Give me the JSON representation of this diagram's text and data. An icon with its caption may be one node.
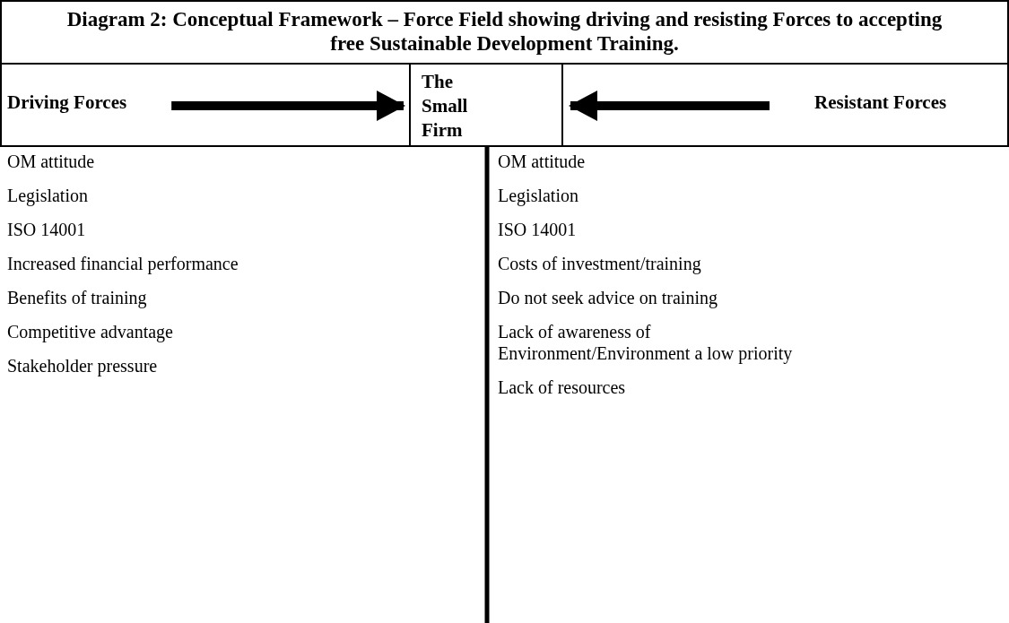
{
  "diagram": {
    "title": "Diagram 2: Conceptual Framework – Force Field showing driving and resisting Forces to accepting free Sustainable Development Training.",
    "nodes": [
      {
        "text": [
          "Driving Forces"
        ]
      },
      {
        "text": [
          "The Small Firm"
        ]
      },
      {
        "text": [
          "Resistant Forces"
        ]
      }
    ],
    "edges": [
      {
        "from": 0,
        "to": 1,
        "arrow": "to"
      },
      {
        "from": 2,
        "to": 1,
        "arrow": "to"
      }
    ],
    "labels": [
      "OM attitude",
      "OM attitude",
      "Legislation",
      "Legislation",
      "ISO 14001",
      "ISO 14001",
      "Increased financial performance",
      "Costs of investment/training",
      "Benefits of training",
      "Do not seek advice on training",
      "Competitive advantage",
      "Lack of awareness of Environment/Environment a low priority",
      "Stakeholder pressure",
      "Lack of resources"
    ]
  }
}
